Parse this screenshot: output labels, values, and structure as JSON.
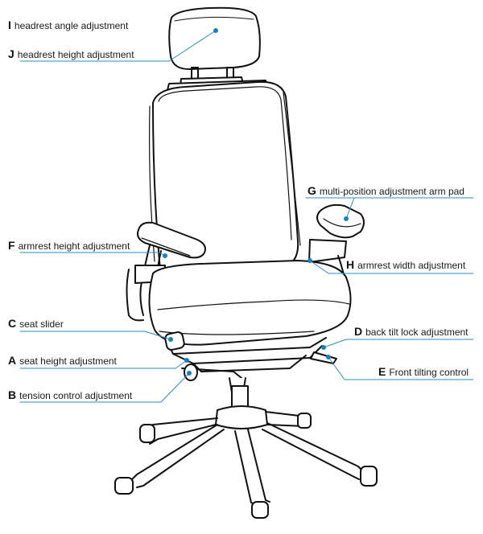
{
  "colors": {
    "leader": "#2a8fc7",
    "dot": "#1a7fc0",
    "ink": "#111111"
  },
  "labels": {
    "I": {
      "letter": "I",
      "text": "headrest angle adjustment"
    },
    "J": {
      "letter": "J",
      "text": "headrest height adjustment"
    },
    "G": {
      "letter": "G",
      "text": "multi-position adjustment arm pad"
    },
    "F": {
      "letter": "F",
      "text": "armrest height adjustment"
    },
    "H": {
      "letter": "H",
      "text": "armrest width adjustment"
    },
    "C": {
      "letter": "C",
      "text": "seat slider"
    },
    "D": {
      "letter": "D",
      "text": "back tilt lock adjustment"
    },
    "A": {
      "letter": "A",
      "text": "seat height adjustment"
    },
    "E": {
      "letter": "E",
      "text": "Front tilting control"
    },
    "B": {
      "letter": "B",
      "text": "tension control adjustment"
    }
  }
}
